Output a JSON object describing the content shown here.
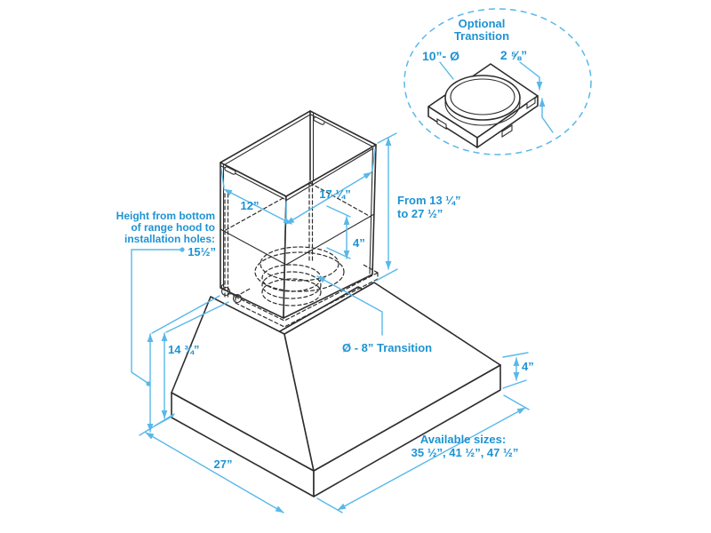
{
  "diagram": {
    "detail": {
      "title_line1": "Optional",
      "title_line2": "Transition",
      "collar_diameter": "10”- Ø",
      "collar_height": "2 ⅝”"
    },
    "chimney": {
      "depth": "12”",
      "width": "17 ¼”",
      "height_range_line1": "From 13 ¼”",
      "height_range_line2": "to 27 ½”",
      "overlap": "4”"
    },
    "install_note": {
      "line1": "Height from bottom",
      "line2": "of range hood to",
      "line3": "installation holes:",
      "value": "15½”"
    },
    "hood": {
      "canopy_height": "14 ¾”",
      "transition_label": "Ø - 8” Transition",
      "base_height": "4”",
      "depth": "27”",
      "sizes_line1": "Available sizes:",
      "sizes_line2": "35 ½”, 41 ½”, 47 ½”"
    },
    "colors": {
      "line": "#2d2d2d",
      "dimension": "#58b8e9",
      "label": "#1e93d3"
    }
  }
}
